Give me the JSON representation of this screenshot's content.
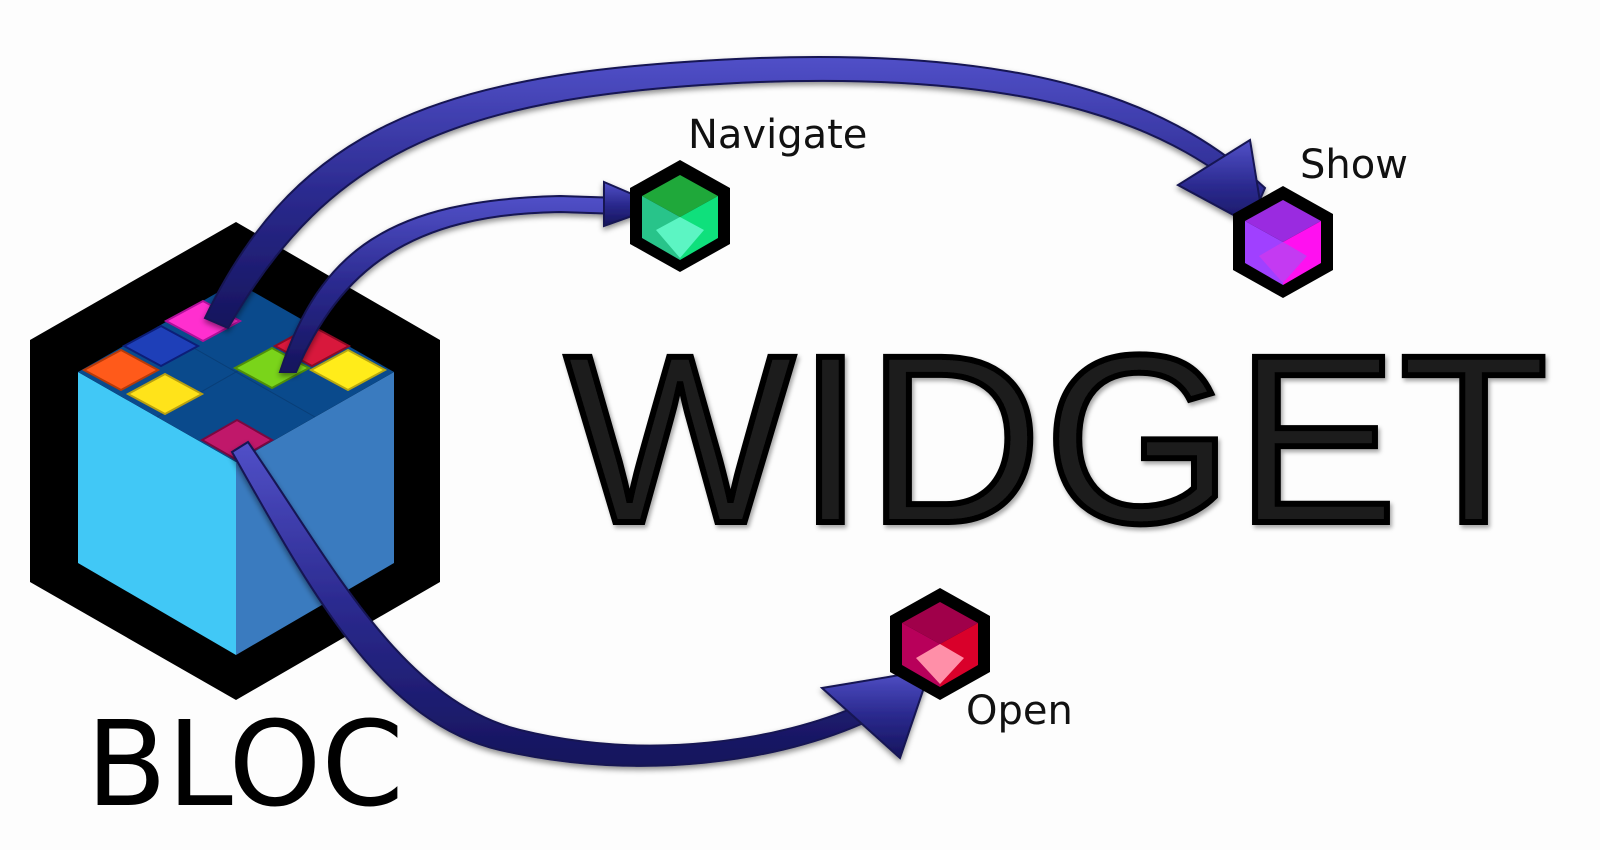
{
  "title": "WIDGET",
  "bloc_label": "BLOC",
  "nodes": [
    {
      "id": "navigate",
      "label": "Navigate",
      "top_color": "#1fa83a",
      "left_color": "#28c48a",
      "right_color": "#0fe07c",
      "bottom_color": "#5cf5c3"
    },
    {
      "id": "show",
      "label": "Show",
      "top_color": "#9a2be0",
      "left_color": "#a040ff",
      "right_color": "#ff10f0",
      "bottom_color": "#c43af2"
    },
    {
      "id": "open",
      "label": "Open",
      "top_color": "#a0004a",
      "left_color": "#b8005a",
      "right_color": "#d9002a",
      "bottom_color": "#ff8fa8"
    }
  ],
  "arrows": [
    {
      "from": "bloc",
      "to": "show"
    },
    {
      "from": "bloc",
      "to": "navigate"
    },
    {
      "from": "bloc",
      "to": "open"
    }
  ],
  "colors": {
    "arrow": "#2b2a8f",
    "cube_left": "#41c8f6",
    "cube_right": "#3a7bbf",
    "cube_top": "#0a4a8c",
    "frame": "#000000"
  },
  "tiles": [
    {
      "name": "magenta",
      "color": "#ff2fcf"
    },
    {
      "name": "blue",
      "color": "#1e3fb8"
    },
    {
      "name": "orange",
      "color": "#ff5a1a"
    },
    {
      "name": "yellow",
      "color": "#ffe31a"
    },
    {
      "name": "green",
      "color": "#7ad41a"
    },
    {
      "name": "red",
      "color": "#d8183c"
    },
    {
      "name": "yellow-2",
      "color": "#ffec1a"
    },
    {
      "name": "maroon",
      "color": "#c0186a"
    }
  ]
}
